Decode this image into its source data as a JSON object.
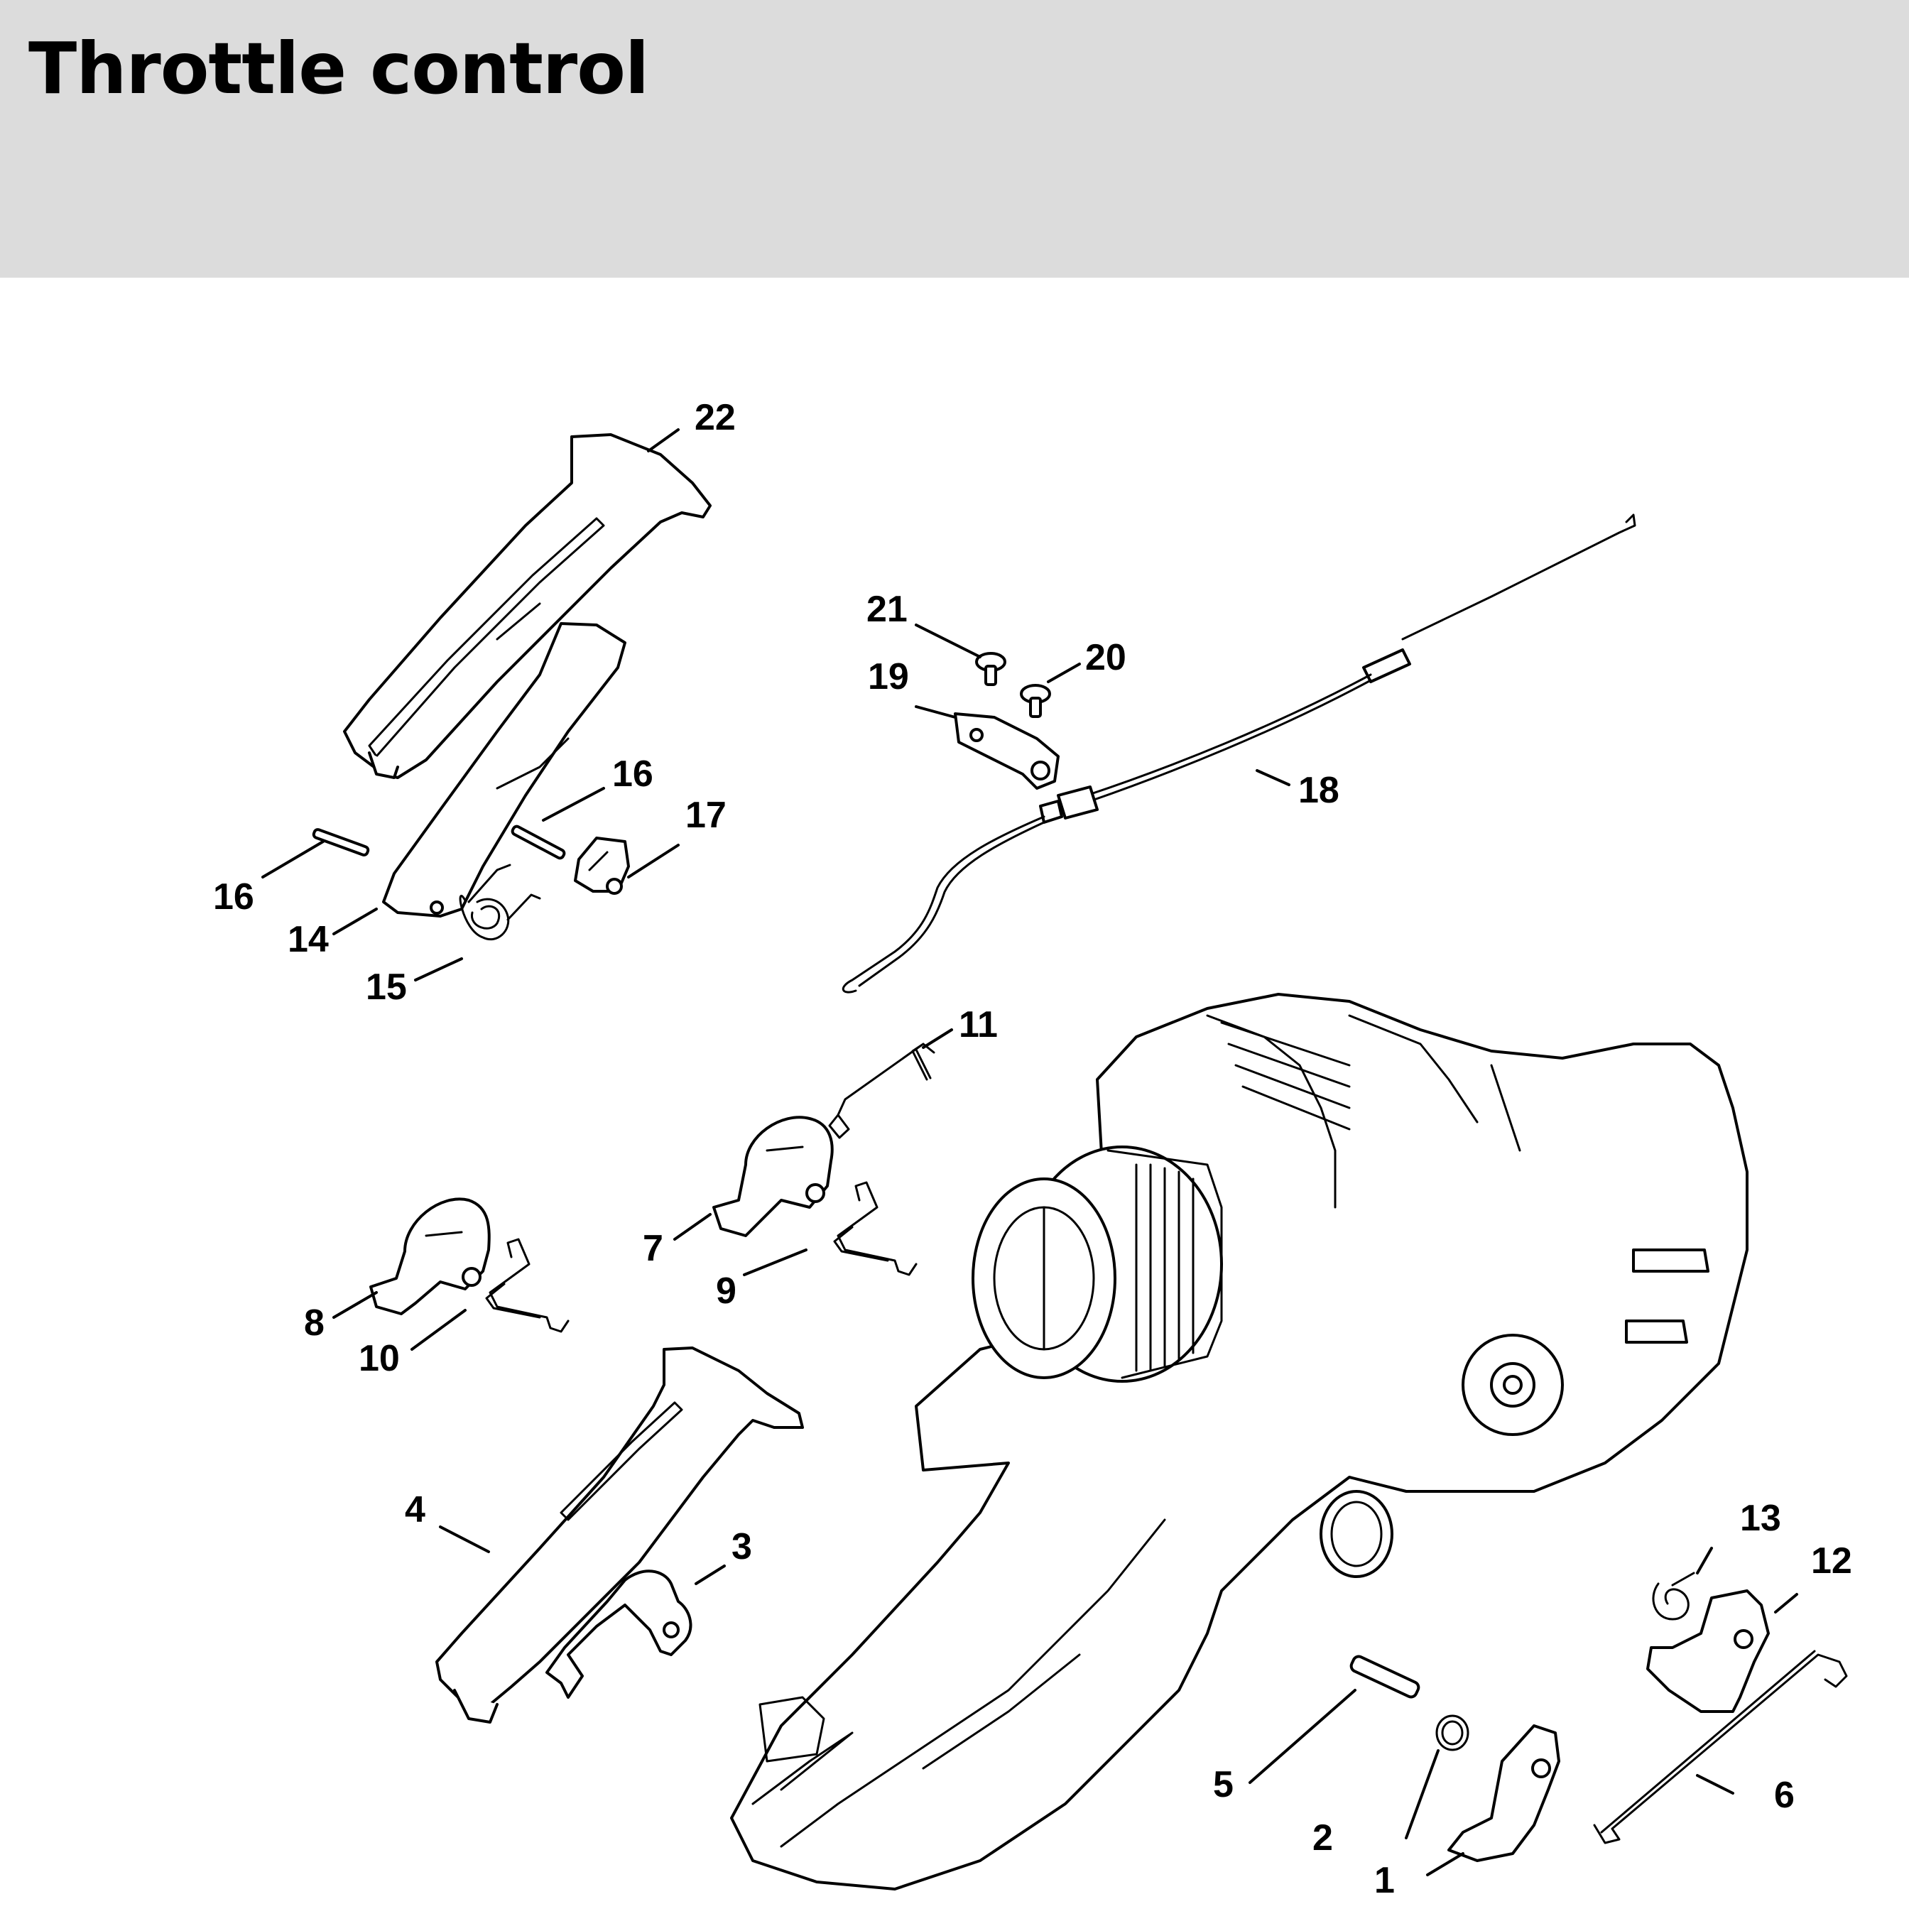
{
  "header": {
    "title": "Throttle control"
  },
  "diagram": {
    "callouts": [
      "22",
      "21",
      "20",
      "19",
      "18",
      "16",
      "17",
      "16",
      "14",
      "15",
      "11",
      "7",
      "9",
      "8",
      "10",
      "4",
      "3",
      "13",
      "12",
      "5",
      "2",
      "1",
      "6"
    ]
  }
}
